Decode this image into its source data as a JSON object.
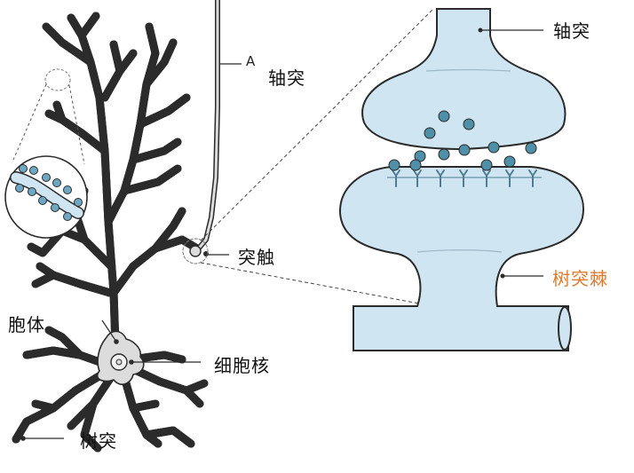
{
  "labels": {
    "axon_left": "轴突",
    "synapse": "突触",
    "soma": "胞体",
    "nucleus": "细胞核",
    "dendrite": "树突",
    "axon_right": "轴突",
    "spine": "树突棘",
    "axon_tag": "A"
  },
  "colors": {
    "spine_label": "#e07a2e",
    "membrane_fill": "#cfe6f2",
    "vesicle": "#4f8fa8",
    "cell_fill": "#dcdcdc",
    "outline": "#2b2b2b"
  }
}
